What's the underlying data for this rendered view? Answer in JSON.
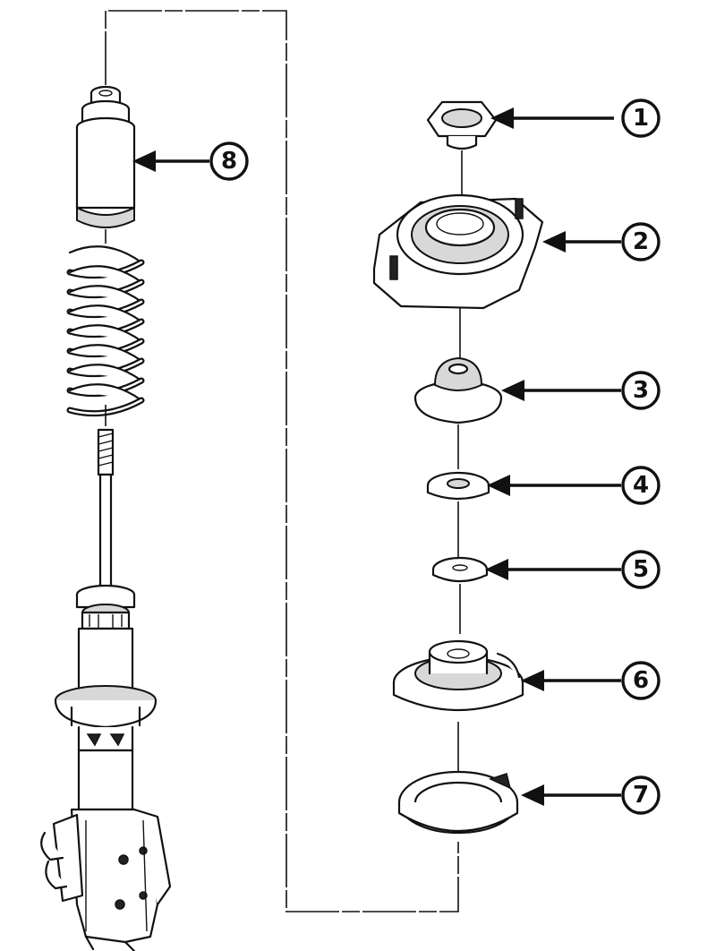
{
  "callouts": [
    {
      "id": "1",
      "label": "1"
    },
    {
      "id": "2",
      "label": "2"
    },
    {
      "id": "3",
      "label": "3"
    },
    {
      "id": "4",
      "label": "4"
    },
    {
      "id": "5",
      "label": "5"
    },
    {
      "id": "6",
      "label": "6"
    },
    {
      "id": "7",
      "label": "7"
    },
    {
      "id": "8",
      "label": "8"
    }
  ],
  "colors": {
    "ink": "#111111",
    "background": "#ffffff",
    "shade": "#d8d8d8"
  }
}
